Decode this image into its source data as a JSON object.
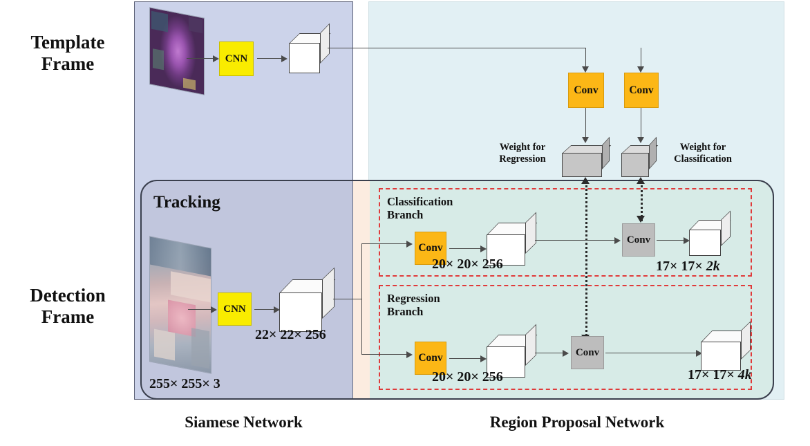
{
  "panels": {
    "siamese_caption": "Siamese Network",
    "rpn_caption": "Region Proposal Network",
    "tracking_label": "Tracking"
  },
  "labels": {
    "template_frame": "Template\nFrame",
    "template_frame_line1": "Template",
    "template_frame_line2": "Frame",
    "detection_frame_line1": "Detection",
    "detection_frame_line2": "Frame",
    "weight_regression_line1": "Weight for",
    "weight_regression_line2": "Regression",
    "weight_classification_line1": "Weight for",
    "weight_classification_line2": "Classification",
    "classification_branch_line1": "Classification",
    "classification_branch_line2": "Branch",
    "regression_branch_line1": "Regression",
    "regression_branch_line2": "Branch"
  },
  "blocks": {
    "cnn_template": "CNN",
    "cnn_detection": "CNN",
    "conv_top_left": "Conv",
    "conv_top_right": "Conv",
    "conv_cls_in": "Conv",
    "conv_reg_in": "Conv",
    "conv_cls_gray": "Conv",
    "conv_reg_gray": "Conv"
  },
  "dimensions": {
    "detection_input": "255× 255× 3",
    "detection_feature": "22× 22× 256",
    "cls_feature": "20× 20× 256",
    "reg_feature": "20× 20× 256",
    "cls_output_prefix": "17× 17× ",
    "cls_output_k": "2k",
    "reg_output_prefix": "17× 17× ",
    "reg_output_k": "4k"
  },
  "colors": {
    "siamese_panel": "#ccd3ea",
    "rpn_panel": "#e2f0f4",
    "branch_tint": "#cde8dc",
    "cnn_yellow": "#f9ec00",
    "conv_orange": "#fcb716",
    "conv_gray": "#bdbdbd",
    "dashed_red": "#e03a3a",
    "line_gray": "#4a4a4a",
    "peach_strip": "#fcece0"
  }
}
